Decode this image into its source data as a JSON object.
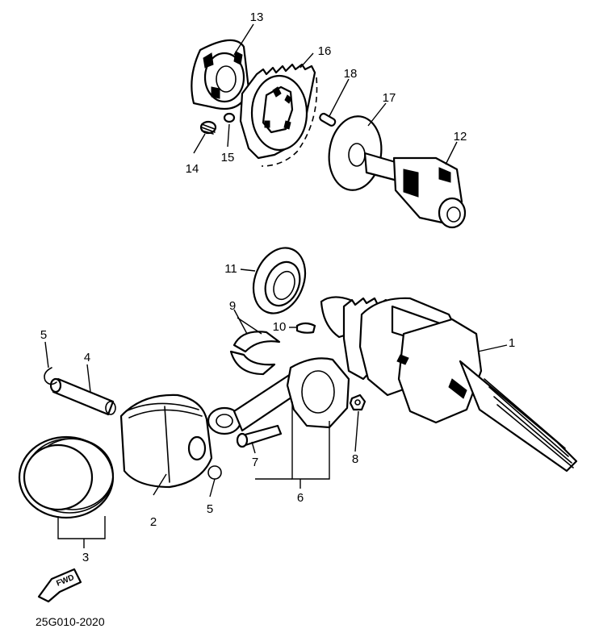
{
  "diagram": {
    "drawing_code": "25G010-2020",
    "forward_mark": "FWD",
    "callouts": {
      "c1": "1",
      "c2": "2",
      "c3": "3",
      "c4": "4",
      "c5a": "5",
      "c5b": "5",
      "c6": "6",
      "c7": "7",
      "c8": "8",
      "c9": "9",
      "c10": "10",
      "c11": "11",
      "c12": "12",
      "c13": "13",
      "c14": "14",
      "c15": "15",
      "c16": "16",
      "c17": "17",
      "c18": "18"
    }
  }
}
